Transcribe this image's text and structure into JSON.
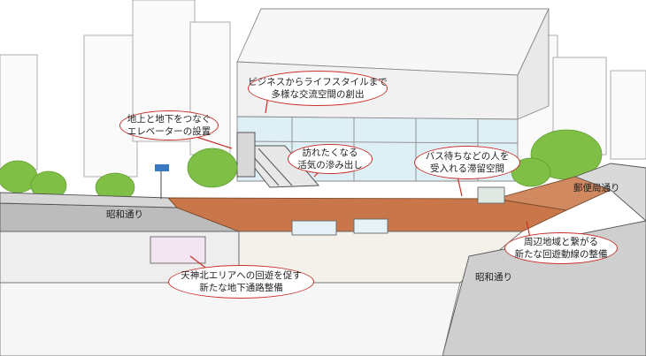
{
  "callouts": {
    "business": [
      "ビジネスからライフスタイルまで",
      "多様な交流空間の創出"
    ],
    "elevator": [
      "地上と地下をつなぐ",
      "エレベーターの設置"
    ],
    "visit": [
      "訪れたくなる",
      "活気の滲み出し"
    ],
    "bus": [
      "バス待ちなどの人を",
      "受入れる滞留空間"
    ],
    "surrounding": [
      "周辺地域と繋がる",
      "新たな回遊動線の整備"
    ],
    "underground": [
      "天神北エリアへの回遊を促す",
      "新たな地下通路整備"
    ]
  },
  "roads": {
    "showa_left": "昭和通り",
    "showa_right": "昭和通り",
    "yubinkyoku": "郵便局通り"
  },
  "colors": {
    "callout_border": "#c8312d",
    "plaza_deck": "#c9774a",
    "tree_green": "#7fbf45",
    "glass_blue": "#dfeff6"
  }
}
